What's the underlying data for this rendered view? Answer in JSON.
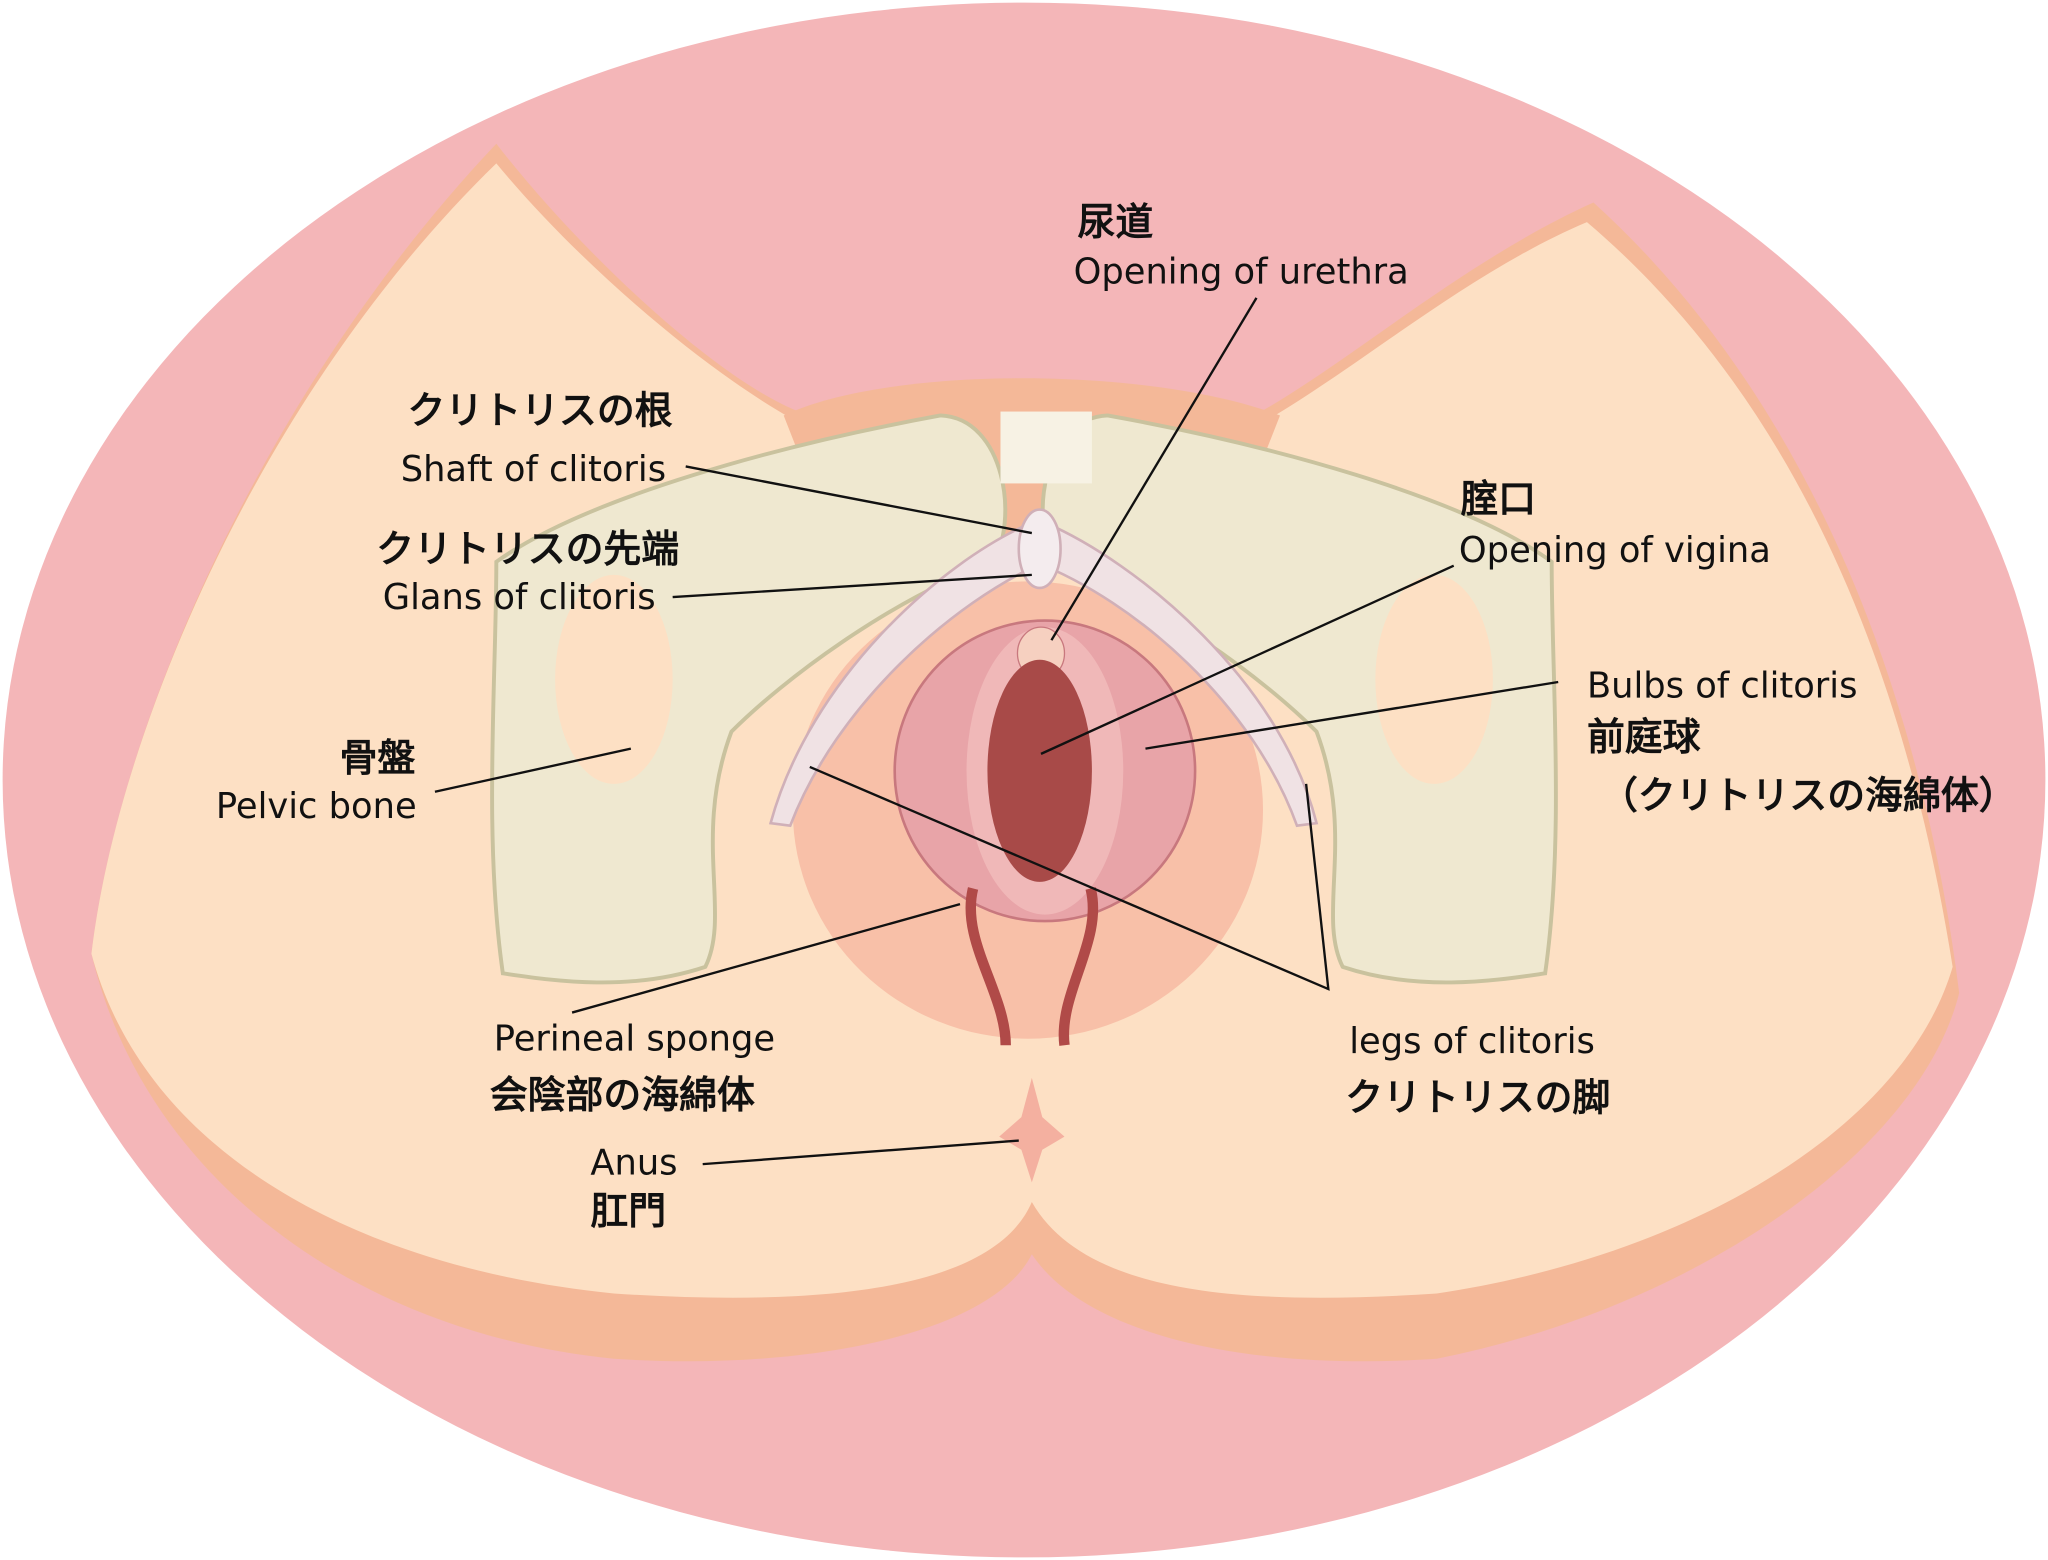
{
  "title": "Female external genital anatomy (clitoris)",
  "colors": {
    "outer": "#f4b6b8",
    "skin": "#fde0c4",
    "skin_shadow": "#f4b898",
    "bone": "#efe8d0",
    "tissue": "#e8a4a8",
    "vagina": "#a84a48"
  },
  "labels": {
    "urethra": {
      "jp": "尿道",
      "en": "Opening of urethra"
    },
    "shaft": {
      "jp": "クリトリスの根",
      "en": "Shaft of clitoris"
    },
    "glans": {
      "jp": "クリトリスの先端",
      "en": "Glans of clitoris"
    },
    "pelvic": {
      "jp": "骨盤",
      "en": "Pelvic bone"
    },
    "vagina": {
      "jp": "腟口",
      "en": "Opening of vigina"
    },
    "bulbs": {
      "en": "Bulbs of clitoris",
      "jp": "前庭球",
      "jp2": "（クリトリスの海綿体）"
    },
    "perineal": {
      "en": "Perineal sponge",
      "jp": "会陰部の海綿体"
    },
    "legs": {
      "en": "legs of clitoris",
      "jp": "クリトリスの脚"
    },
    "anus": {
      "en": "Anus",
      "jp": "肛門"
    }
  }
}
